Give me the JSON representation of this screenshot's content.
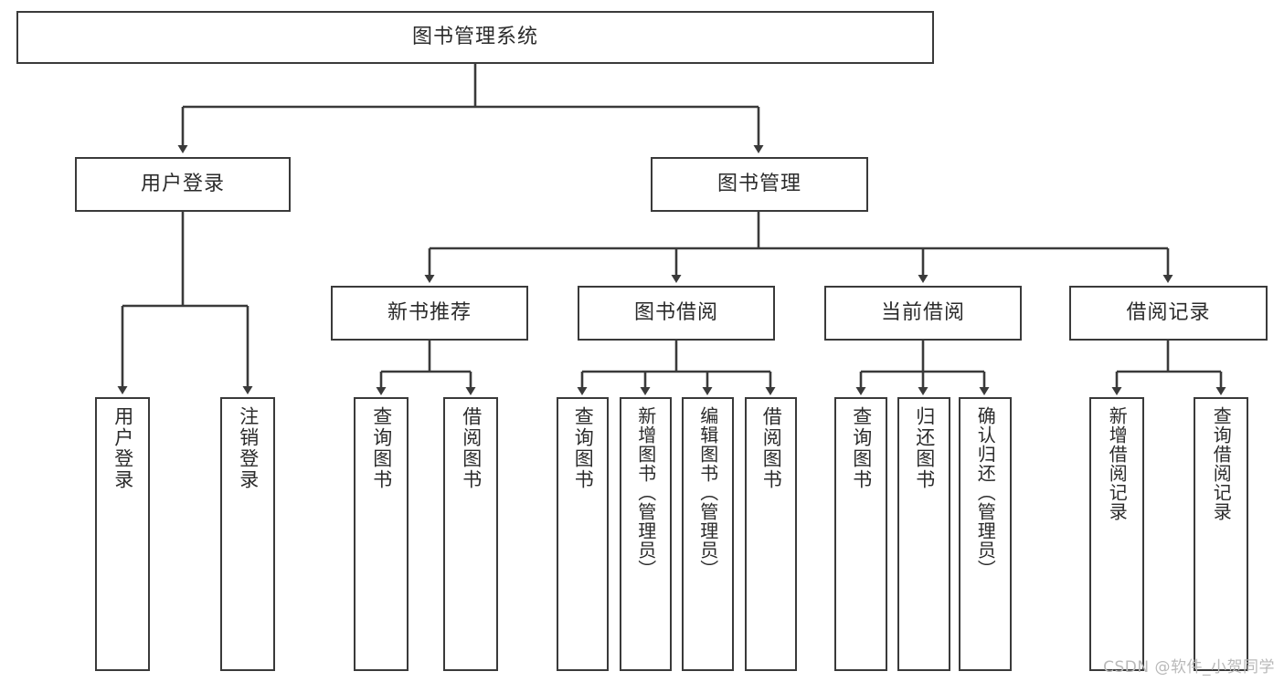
{
  "diagram": {
    "title": "图书管理系统",
    "type": "tree-hierarchy-flowchart",
    "colors": {
      "stroke": "#3a3a3a",
      "fill": "#ffffff",
      "text": "#2b2b2b",
      "watermark": "#b9b9b9",
      "background": "#ffffff"
    },
    "root": {
      "label": "图书管理系统"
    },
    "level2": [
      {
        "label": "用户登录"
      },
      {
        "label": "图书管理"
      }
    ],
    "level3": [
      {
        "label": "新书推荐"
      },
      {
        "label": "图书借阅"
      },
      {
        "label": "当前借阅"
      },
      {
        "label": "借阅记录"
      }
    ],
    "leaves": {
      "user_login": [
        {
          "label": "用户登录"
        },
        {
          "label": "注销登录"
        }
      ],
      "new_book_recommend": [
        {
          "label": "查询图书"
        },
        {
          "label": "借阅图书"
        }
      ],
      "book_borrow": [
        {
          "label": "查询图书"
        },
        {
          "label": "新增图书（管理员）"
        },
        {
          "label": "编辑图书（管理员）"
        },
        {
          "label": "借阅图书"
        }
      ],
      "current_borrow": [
        {
          "label": "查询图书"
        },
        {
          "label": "归还图书"
        },
        {
          "label": "确认归还（管理员）"
        }
      ],
      "borrow_record": [
        {
          "label": "新增借阅记录"
        },
        {
          "label": "查询借阅记录"
        }
      ]
    }
  },
  "watermark": {
    "text": "CSDN @软件_小贺同学"
  }
}
